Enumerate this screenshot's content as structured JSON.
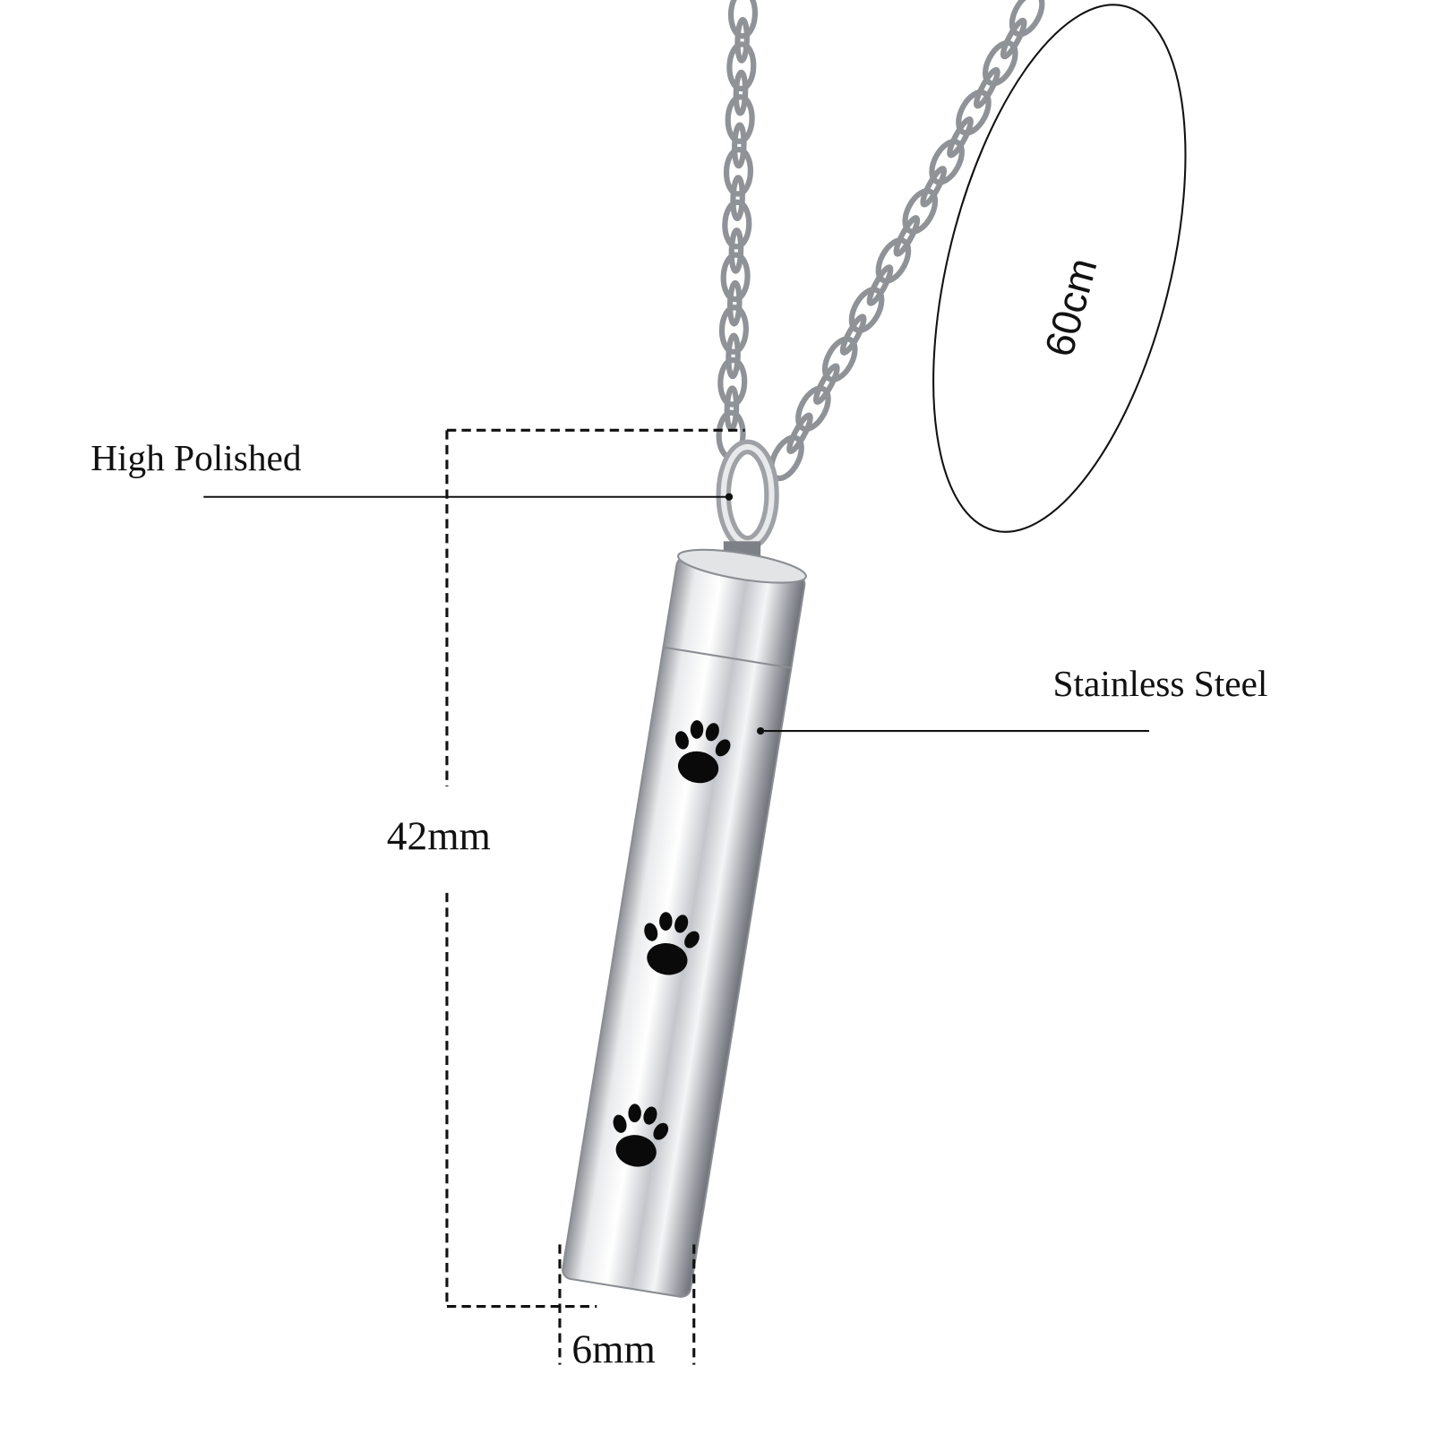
{
  "labels": {
    "high_polished": "High Polished",
    "stainless_steel": "Stainless Steel",
    "length": "42mm",
    "width": "6mm",
    "chain_length": "60cm"
  },
  "colors": {
    "steel": "#c9cbcf",
    "paw": "#0a0a0a",
    "line": "#111111"
  }
}
